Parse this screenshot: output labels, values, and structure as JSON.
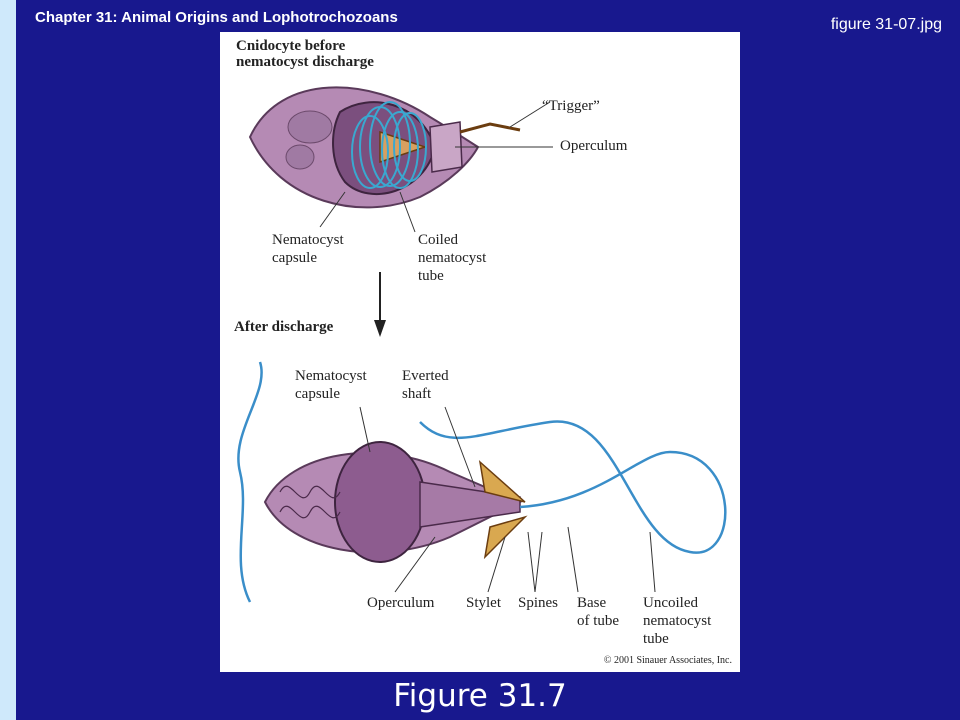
{
  "header": {
    "chapter": "Chapter 31: Animal Origins and Lophotrochozoans",
    "file_name": "figure 31-07.jpg"
  },
  "figure_caption": "Figure 31.7",
  "diagram": {
    "top_heading_1": "Cnidocyte before",
    "top_heading_2": "nematocyst discharge",
    "trigger": "“Trigger”",
    "operculum_top": "Operculum",
    "capsule_top_1": "Nematocyst",
    "capsule_top_2": "capsule",
    "coiled_1": "Coiled",
    "coiled_2": "nematocyst",
    "coiled_3": "tube",
    "after_heading": "After discharge",
    "capsule_bottom_1": "Nematocyst",
    "capsule_bottom_2": "capsule",
    "everted_1": "Everted",
    "everted_2": "shaft",
    "operculum_bottom": "Operculum",
    "stylet": "Stylet",
    "spines": "Spines",
    "base_1": "Base",
    "base_2": "of tube",
    "uncoiled_1": "Uncoiled",
    "uncoiled_2": "nematocyst",
    "uncoiled_3": "tube",
    "copyright": "© 2001 Sinauer Associates, Inc."
  }
}
